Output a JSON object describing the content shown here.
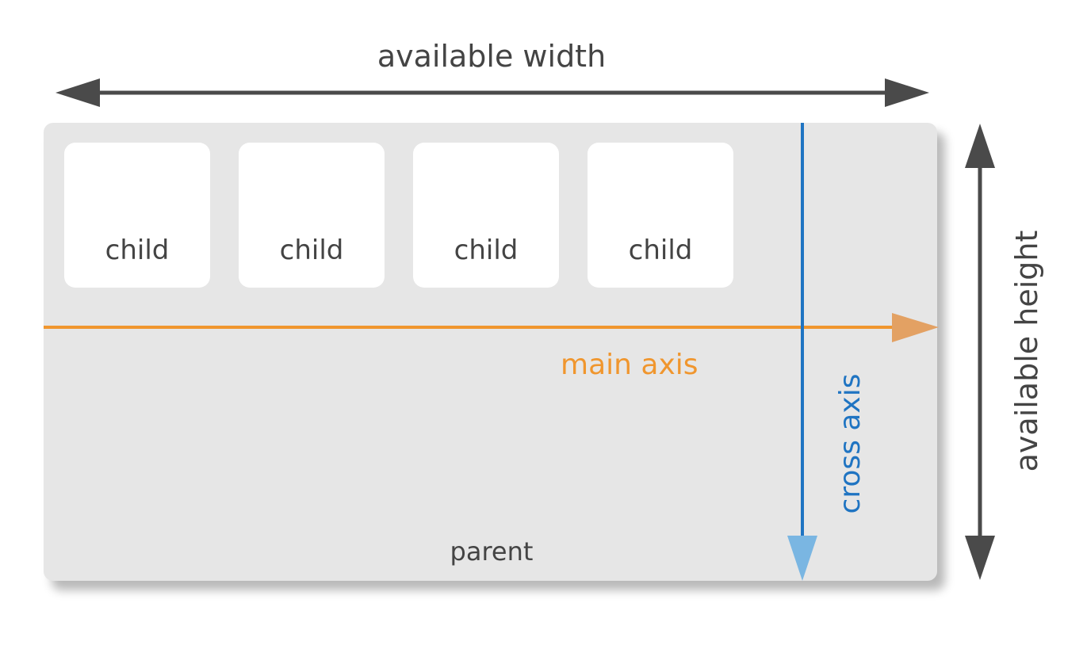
{
  "labels": {
    "available_width": "available width",
    "available_height": "available height",
    "main_axis": "main axis",
    "cross_axis": "cross axis",
    "parent": "parent"
  },
  "children": [
    {
      "label": "child"
    },
    {
      "label": "child"
    },
    {
      "label": "child"
    },
    {
      "label": "child"
    }
  ],
  "colors": {
    "dimension_arrows": "#4a4a4a",
    "main_axis": "#f0962e",
    "main_axis_head": "#e3a163",
    "cross_axis": "#1f74c2",
    "cross_axis_head": "#7ab6e2",
    "parent_fill": "#e6e6e6",
    "child_fill": "#ffffff",
    "text": "#444444"
  }
}
